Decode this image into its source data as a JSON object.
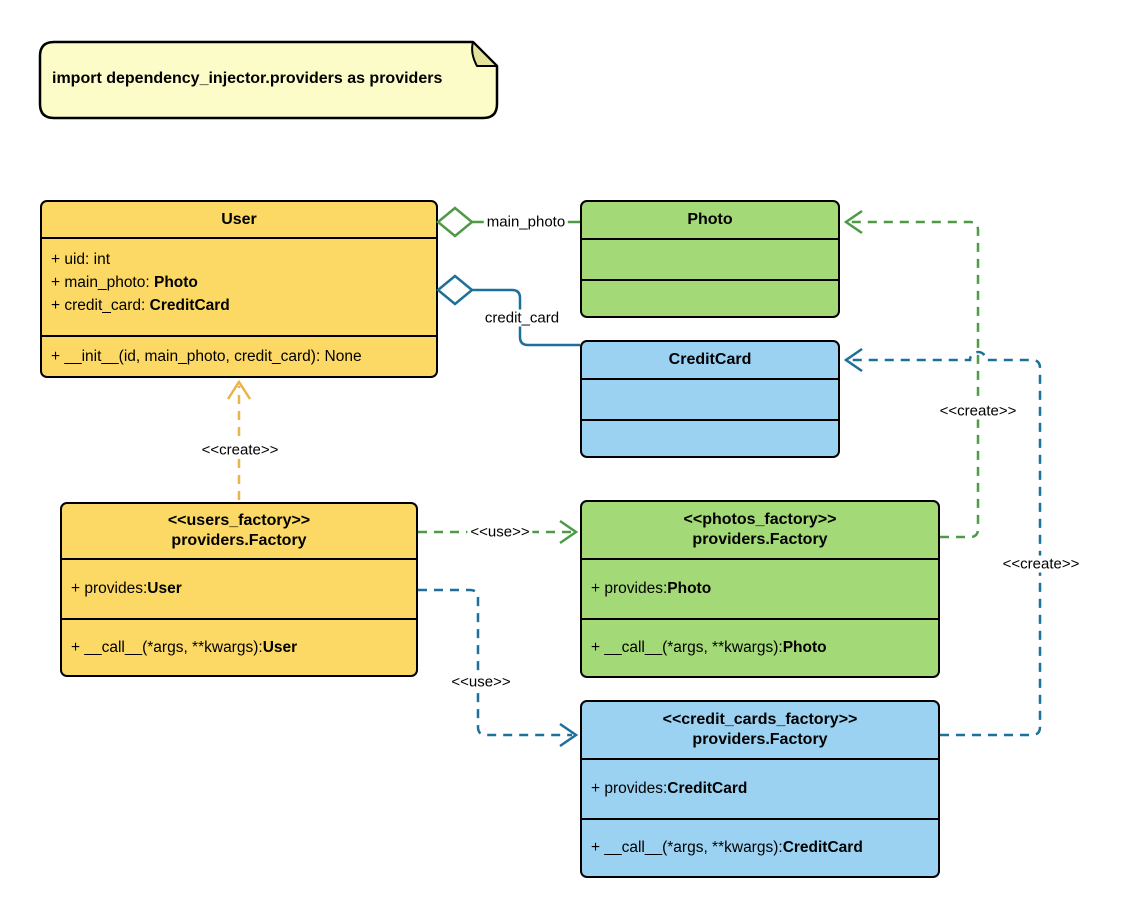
{
  "note": {
    "text": "import dependency_injector.providers as providers"
  },
  "colors": {
    "yellow_fill": "#FCD964",
    "green_fill": "#A3D977",
    "blue_fill": "#9BD2F2",
    "note_fill": "#FCFCC8",
    "note_fold_fill": "#E3E39B",
    "yellow_line": "#E9B44A",
    "green_line": "#4E9A47",
    "blue_line": "#1D7099",
    "border": "#000000"
  },
  "classes": {
    "user": {
      "name": "User",
      "attributes": [
        {
          "label": "+ uid: int",
          "type": ""
        },
        {
          "label": "+ main_photo: ",
          "type": "Photo"
        },
        {
          "label": "+ credit_card: ",
          "type": "CreditCard"
        }
      ],
      "methods": [
        {
          "label": "+ __init__(id, main_photo, credit_card): None",
          "type": ""
        }
      ]
    },
    "photo": {
      "name": "Photo"
    },
    "credit_card": {
      "name": "CreditCard"
    },
    "users_factory": {
      "stereotype": "<<users_factory>>",
      "name": "providers.Factory",
      "attributes": [
        {
          "label": "+ provides: ",
          "type": "User"
        }
      ],
      "methods": [
        {
          "label": "+ __call__(*args, **kwargs): ",
          "type": "User"
        }
      ]
    },
    "photos_factory": {
      "stereotype": "<<photos_factory>>",
      "name": "providers.Factory",
      "attributes": [
        {
          "label": "+ provides: ",
          "type": "Photo"
        }
      ],
      "methods": [
        {
          "label": "+ __call__(*args, **kwargs): ",
          "type": "Photo"
        }
      ]
    },
    "credit_cards_factory": {
      "stereotype": "<<credit_cards_factory>>",
      "name": "providers.Factory",
      "attributes": [
        {
          "label": "+ provides: ",
          "type": "CreditCard"
        }
      ],
      "methods": [
        {
          "label": "+ __call__(*args, **kwargs): ",
          "type": "CreditCard"
        }
      ]
    }
  },
  "labels": {
    "main_photo": "main_photo",
    "credit_card": "credit_card",
    "create_user": "<<create>>",
    "create_photo": "<<create>>",
    "create_credit_card": "<<create>>",
    "use_photos": "<<use>>",
    "use_credit_cards": "<<use>>"
  }
}
